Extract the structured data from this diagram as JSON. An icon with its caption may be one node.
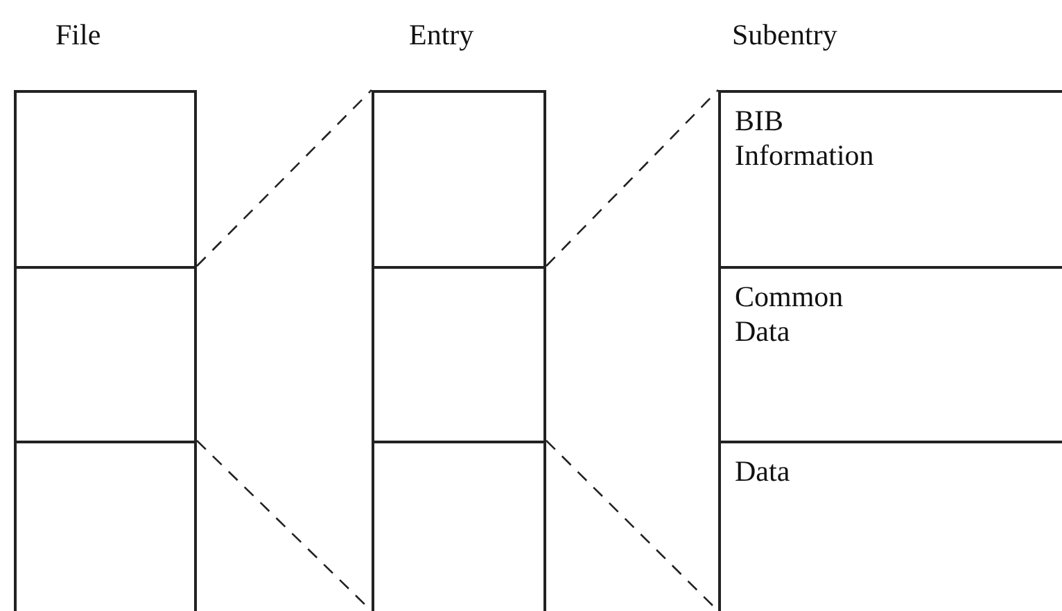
{
  "diagram": {
    "nodes": [
      {
        "text": [
          "File"
        ]
      },
      {
        "text": [],
        "shape": "box",
        "in": 0
      },
      {
        "text": [],
        "shape": "box",
        "in": 0
      },
      {
        "text": [],
        "shape": "box",
        "in": 0
      },
      {
        "text": [
          "Entry"
        ]
      },
      {
        "text": [],
        "shape": "box",
        "in": 4
      },
      {
        "text": [],
        "shape": "box",
        "in": 4
      },
      {
        "text": [],
        "shape": "box",
        "in": 4
      },
      {
        "text": [
          "Subentry"
        ]
      },
      {
        "text": [
          "BIB Information"
        ],
        "in": 8
      },
      {
        "text": [
          "Common Data"
        ],
        "in": 8
      },
      {
        "text": [
          "Data"
        ],
        "in": 8
      }
    ],
    "edges": [
      {
        "from": 2,
        "to": 4,
        "arrow": "none",
        "style": "dashed"
      },
      {
        "from": 2,
        "to": 4,
        "arrow": "none",
        "style": "dashed"
      },
      {
        "from": 6,
        "to": 8,
        "arrow": "none",
        "style": "dashed"
      },
      {
        "from": 6,
        "to": 8,
        "arrow": "none",
        "style": "dashed"
      }
    ]
  }
}
